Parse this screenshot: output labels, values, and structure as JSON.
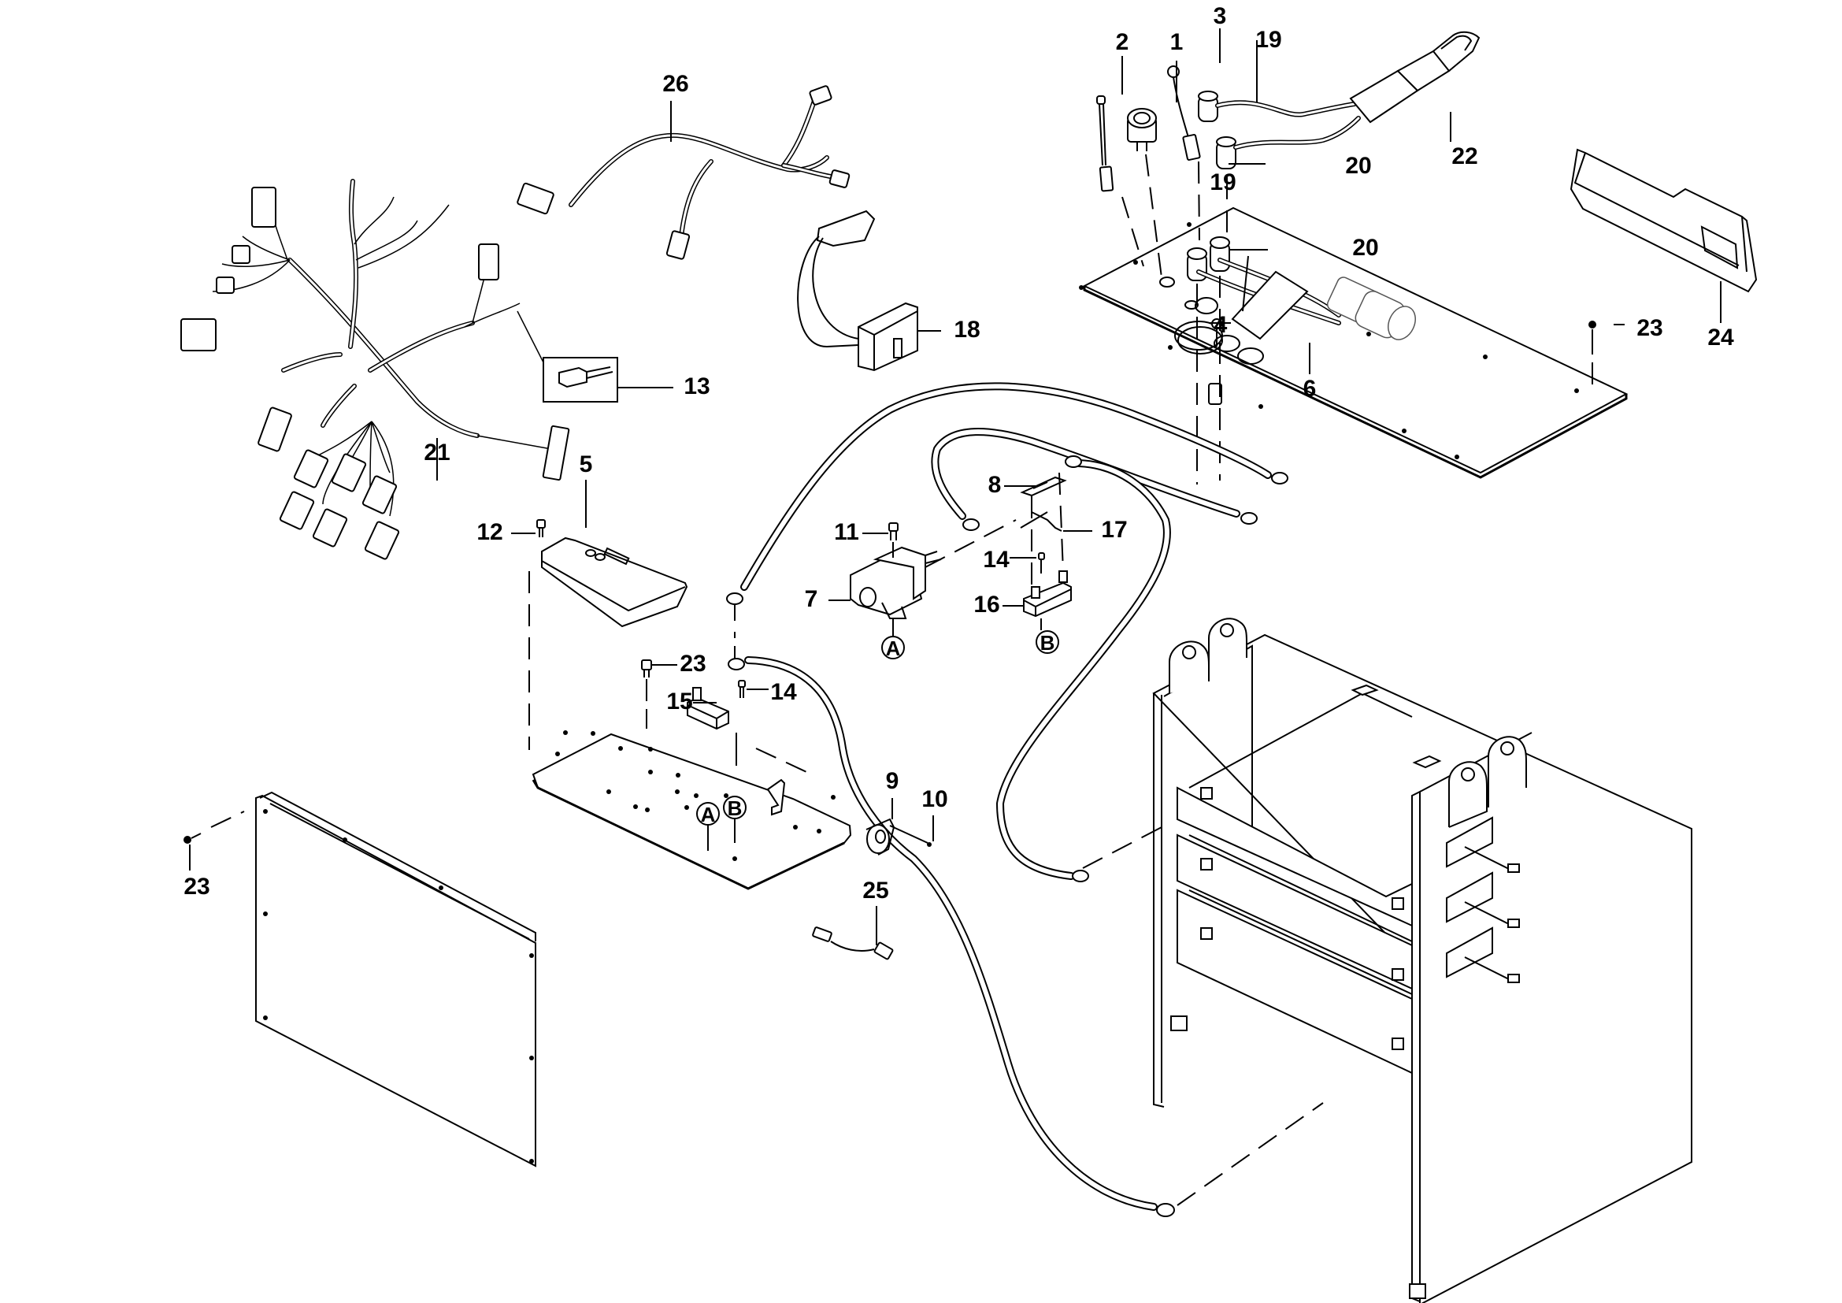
{
  "diagram": {
    "title": "Battery box, control panel and wiring harness – exploded parts view",
    "callouts": [
      {
        "id": "1",
        "label": "1",
        "part": "hour-meter-gauge"
      },
      {
        "id": "2",
        "label": "2",
        "part": "indicator-lamp"
      },
      {
        "id": "3",
        "label": "3",
        "part": "key-switch-lead"
      },
      {
        "id": "4",
        "label": "4",
        "part": "panel-switch"
      },
      {
        "id": "5",
        "label": "5",
        "part": "controller"
      },
      {
        "id": "6",
        "label": "6",
        "part": "charger-connector"
      },
      {
        "id": "7",
        "label": "7",
        "part": "contactor"
      },
      {
        "id": "8",
        "label": "8",
        "part": "fuse"
      },
      {
        "id": "9",
        "label": "9",
        "part": "cable-clamp"
      },
      {
        "id": "10",
        "label": "10",
        "part": "screw"
      },
      {
        "id": "11",
        "label": "11",
        "part": "screw"
      },
      {
        "id": "12",
        "label": "12",
        "part": "screw"
      },
      {
        "id": "13",
        "label": "13",
        "part": "mini-fuse"
      },
      {
        "id": "14a",
        "label": "14",
        "part": "screw"
      },
      {
        "id": "14b",
        "label": "14",
        "part": "screw"
      },
      {
        "id": "15",
        "label": "15",
        "part": "terminal-block"
      },
      {
        "id": "16",
        "label": "16",
        "part": "fuse-holder"
      },
      {
        "id": "17",
        "label": "17",
        "part": "cable-link"
      },
      {
        "id": "18",
        "label": "18",
        "part": "charger-module"
      },
      {
        "id": "19a",
        "label": "19",
        "part": "grommet"
      },
      {
        "id": "19b",
        "label": "19",
        "part": "grommet"
      },
      {
        "id": "20a",
        "label": "20",
        "part": "grommet"
      },
      {
        "id": "20b",
        "label": "20",
        "part": "grommet"
      },
      {
        "id": "21",
        "label": "21",
        "part": "main-wiring-harness"
      },
      {
        "id": "22",
        "label": "22",
        "part": "battery-connector-cable"
      },
      {
        "id": "23a",
        "label": "23",
        "part": "screw"
      },
      {
        "id": "23b",
        "label": "23",
        "part": "screw"
      },
      {
        "id": "23c",
        "label": "23",
        "part": "screw"
      },
      {
        "id": "24",
        "label": "24",
        "part": "handle-cover"
      },
      {
        "id": "25",
        "label": "25",
        "part": "jumper-lead"
      },
      {
        "id": "26",
        "label": "26",
        "part": "sub-harness"
      }
    ],
    "reference_marks": [
      {
        "id": "A-contactor",
        "label": "A"
      },
      {
        "id": "B-fuseholder",
        "label": "B"
      },
      {
        "id": "A-plate",
        "label": "A"
      },
      {
        "id": "B-plate",
        "label": "B"
      }
    ]
  }
}
